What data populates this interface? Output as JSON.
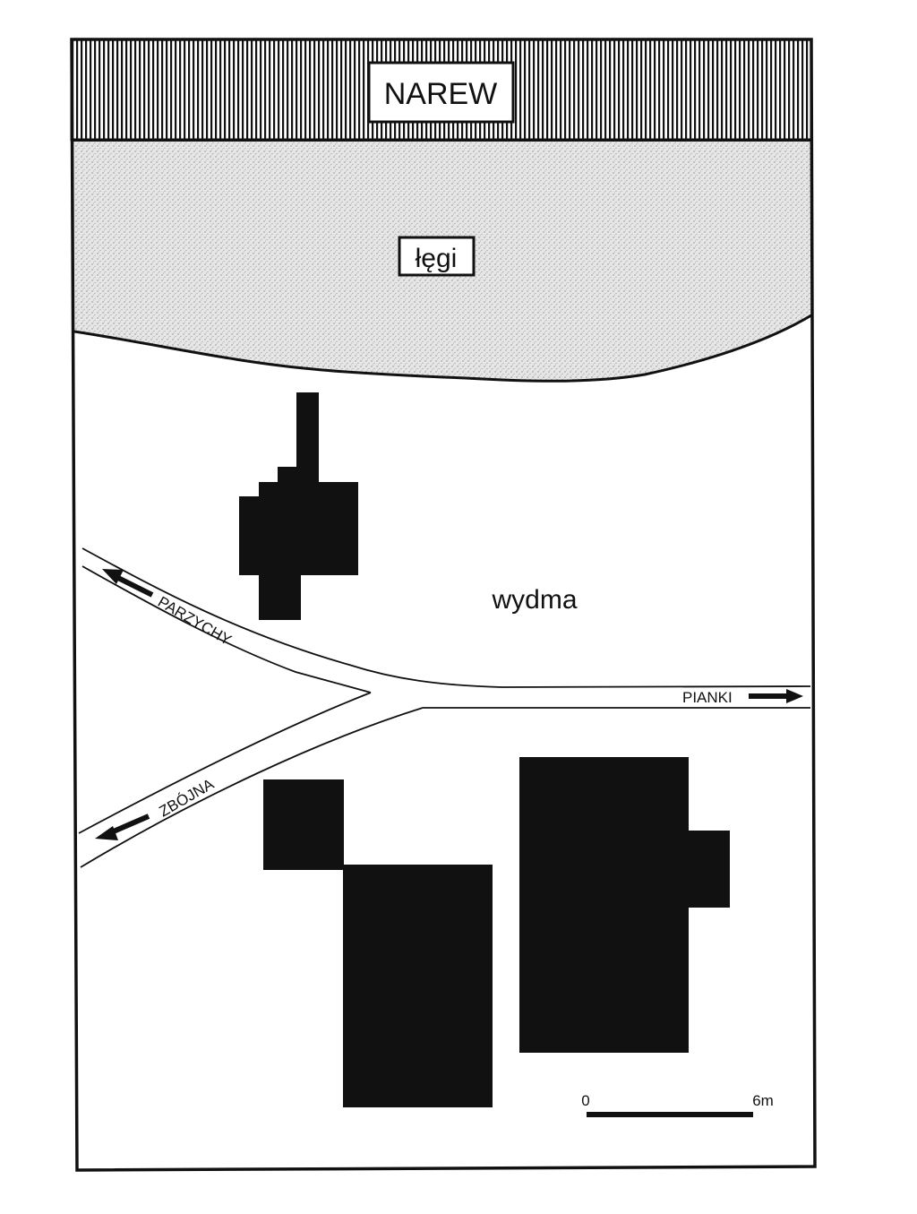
{
  "map": {
    "river_label": "NAREW",
    "floodplain_label": "łęgi",
    "dune_label": "wydma",
    "roads": [
      {
        "id": "parzychy",
        "label": "PARZYCHY",
        "direction": "northwest"
      },
      {
        "id": "zbojna",
        "label": "ZBÓJNA",
        "direction": "southwest"
      },
      {
        "id": "pianki",
        "label": "PIANKI",
        "direction": "east"
      }
    ],
    "scale_bar": {
      "start_label": "0",
      "end_label": "6m"
    }
  },
  "colors": {
    "ink": "#111111",
    "paper": "#ffffff",
    "stipple": "#d9d9d9"
  }
}
